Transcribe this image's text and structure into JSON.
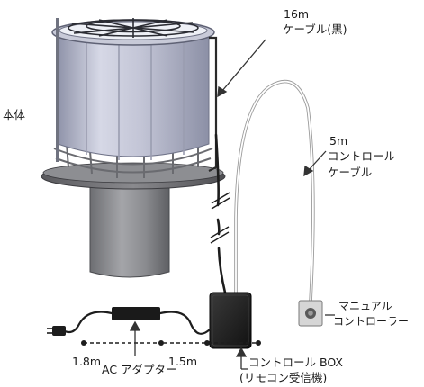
{
  "labels": {
    "body": "本体",
    "cable16_len": "16m",
    "cable16_name": "ケーブル(黒)",
    "cable5_len": "5m",
    "cable5_name1": "コントロール",
    "cable5_name2": "ケーブル",
    "manual_1": "マニュアル",
    "manual_2": "コントローラー",
    "len_18": "1.8m",
    "len_15": "1.5m",
    "adapter": "AC アダプター",
    "box_1": "コントロール BOX",
    "box_2": "(リモコン受信機)"
  },
  "colors": {
    "cylinder": "#b9bccf",
    "cylinder_light": "#dcdde8",
    "cylinder_dark": "#8e92a8",
    "steel": "#7f8083",
    "steel_dark": "#55565a",
    "black": "#1d1d1d"
  }
}
